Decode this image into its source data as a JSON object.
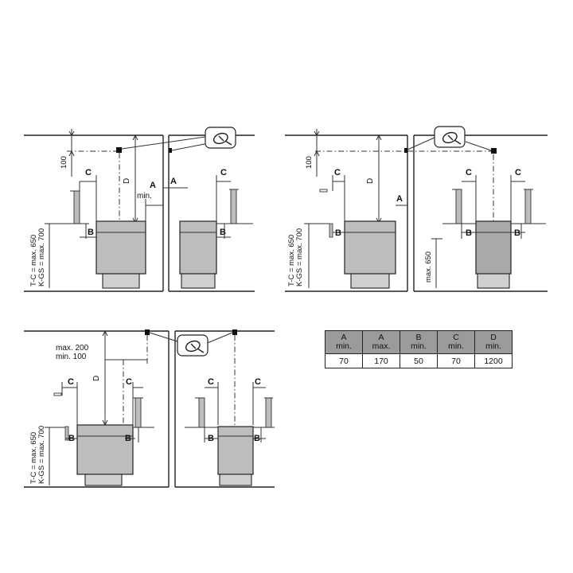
{
  "labels": {
    "A": "A",
    "B": "B",
    "C": "C",
    "D": "D",
    "min": "min.",
    "d100": "100",
    "tc650": "T-C = max. 650",
    "kgs700": "K-GS = max. 700",
    "max650": "max. 650",
    "max200": "max. 200",
    "min100": "min. 100"
  },
  "table": {
    "headers": [
      {
        "letter": "A",
        "kind": "min."
      },
      {
        "letter": "A",
        "kind": "max."
      },
      {
        "letter": "B",
        "kind": "min."
      },
      {
        "letter": "C",
        "kind": "min."
      },
      {
        "letter": "D",
        "kind": "min."
      }
    ],
    "values": [
      "70",
      "170",
      "50",
      "70",
      "1200"
    ]
  },
  "icons": {
    "sensor": "temperature-sensor-icon"
  }
}
